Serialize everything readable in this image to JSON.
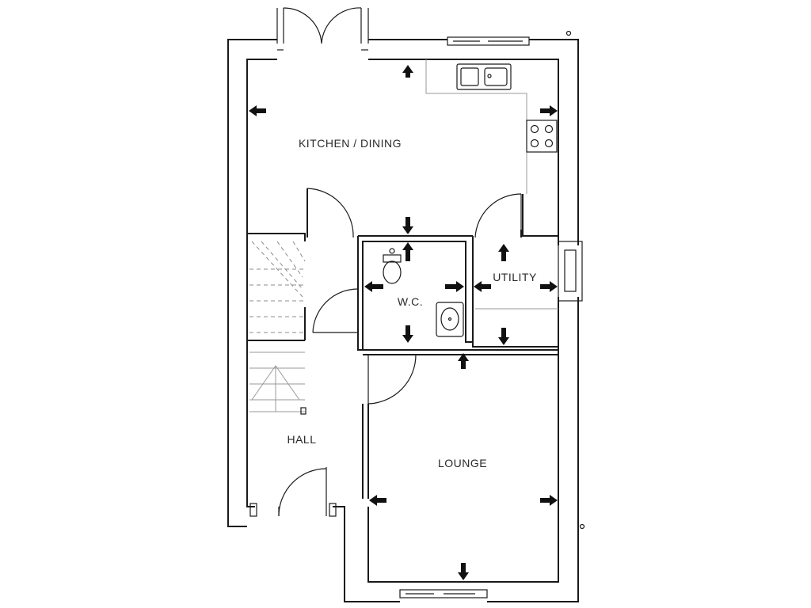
{
  "rooms": {
    "kitchen": "KITCHEN / DINING",
    "wc": "W.C.",
    "utility": "UTILITY",
    "hall": "HALL",
    "lounge": "LOUNGE"
  },
  "colors": {
    "wall": "#1a1a1a",
    "arrow": "#111111",
    "fixture": "#9a9a9a",
    "background": "#ffffff"
  }
}
